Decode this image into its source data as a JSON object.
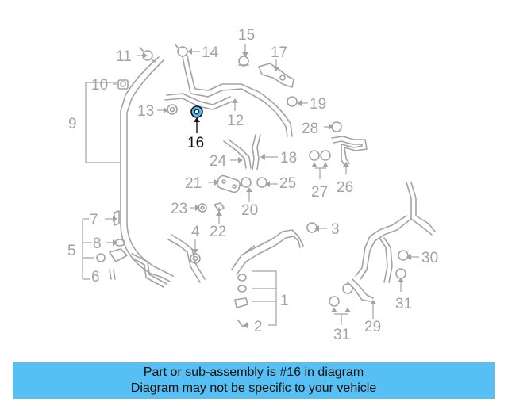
{
  "callouts": {
    "n1": "1",
    "n2": "2",
    "n3": "3",
    "n4": "4",
    "n5": "5",
    "n6": "6",
    "n7": "7",
    "n8": "8",
    "n9": "9",
    "n10": "10",
    "n11": "11",
    "n12": "12",
    "n13": "13",
    "n14": "14",
    "n15": "15",
    "n16": "16",
    "n17": "17",
    "n18": "18",
    "n19": "19",
    "n20": "20",
    "n21": "21",
    "n22": "22",
    "n23": "23",
    "n24": "24",
    "n25": "25",
    "n26": "26",
    "n27": "27",
    "n28": "28",
    "n29": "29",
    "n30": "30",
    "n31a": "31",
    "n31b": "31"
  },
  "highlight_color": "#56bff4",
  "banner": {
    "line1": "Part or sub-assembly is #16 in diagram",
    "line2": "Diagram may not be specific to your vehicle"
  }
}
